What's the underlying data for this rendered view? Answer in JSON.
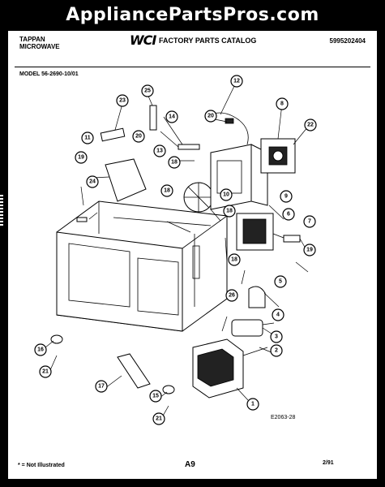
{
  "watermark": "AppliancePartsPros.com",
  "header": {
    "brand_line1": "TAPPAN",
    "brand_line2": "MICROWAVE",
    "logo": "WCI",
    "title": "FACTORY PARTS CATALOG",
    "catalog_number": "5995202404"
  },
  "model": "MODEL 56-2690-10/01",
  "figure_code": "E2063-28",
  "footer": {
    "note": "* = Not Illustrated",
    "page": "A9",
    "date": "2/91"
  },
  "callouts": [
    "1",
    "2",
    "3",
    "4",
    "5",
    "6",
    "7",
    "8",
    "9",
    "10",
    "11",
    "12",
    "13",
    "14",
    "15",
    "16",
    "17",
    "18",
    "19",
    "20",
    "21",
    "22",
    "23",
    "24",
    "25",
    "26"
  ]
}
